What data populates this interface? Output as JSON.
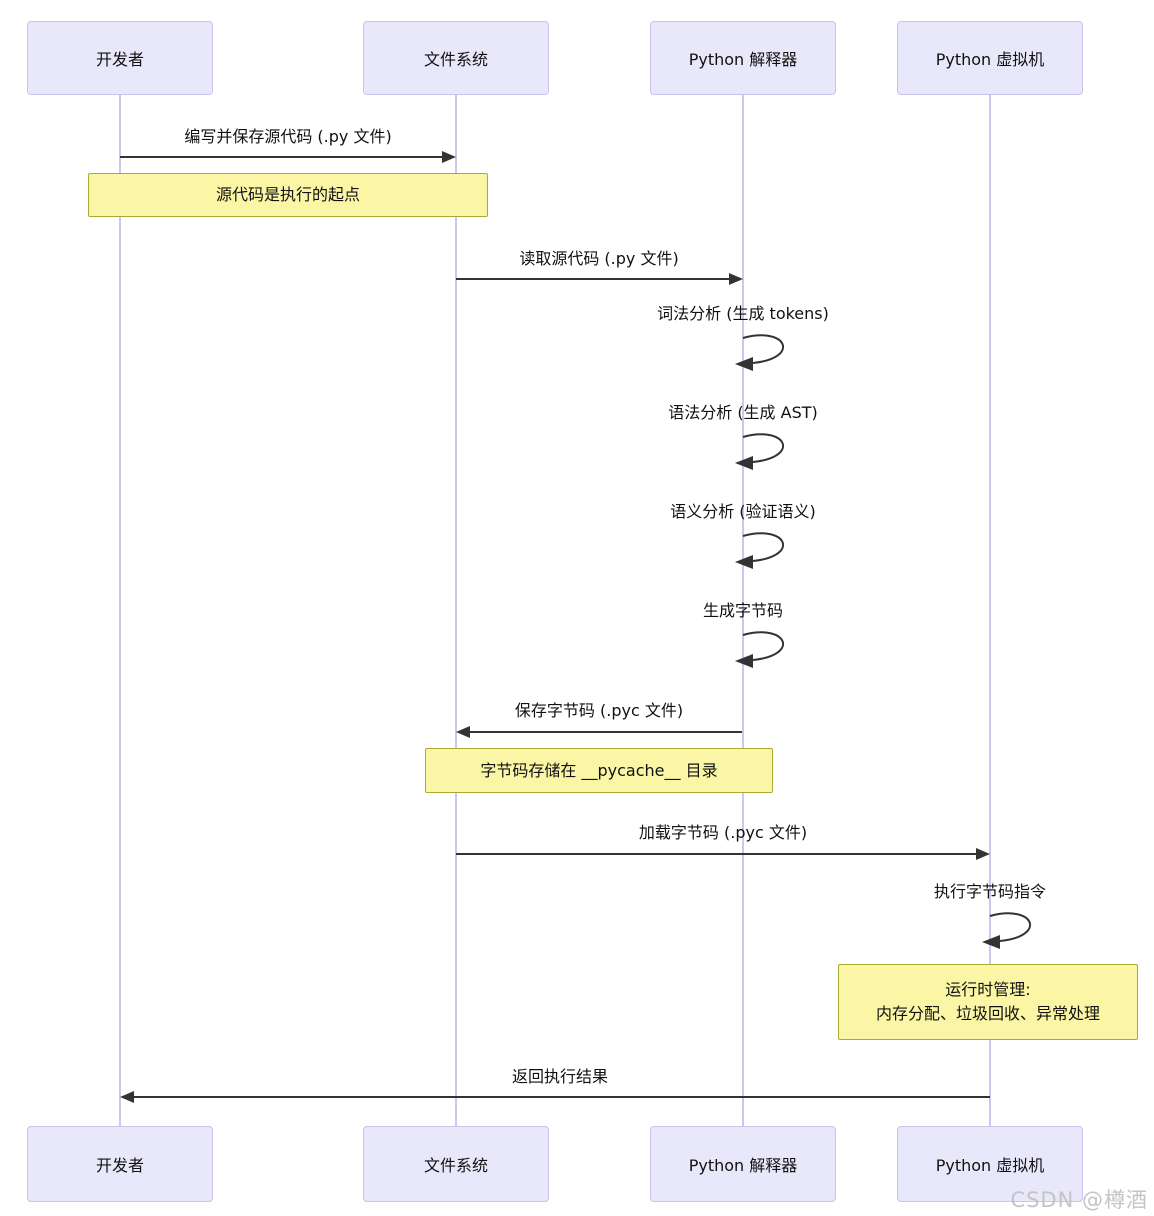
{
  "diagram": {
    "type": "sequence-diagram",
    "actors": [
      {
        "label": "开发者"
      },
      {
        "label": "文件系统"
      },
      {
        "label": "Python 解释器"
      },
      {
        "label": "Python 虚拟机"
      }
    ],
    "messages": [
      {
        "from": "开发者",
        "to": "文件系统",
        "text": "编写并保存源代码 (.py 文件)",
        "kind": "arrow-right"
      },
      {
        "from": "文件系统",
        "to": "Python 解释器",
        "text": "读取源代码 (.py 文件)",
        "kind": "arrow-right"
      },
      {
        "from": "Python 解释器",
        "to": "Python 解释器",
        "text": "词法分析 (生成 tokens)",
        "kind": "self-loop"
      },
      {
        "from": "Python 解释器",
        "to": "Python 解释器",
        "text": "语法分析 (生成 AST)",
        "kind": "self-loop"
      },
      {
        "from": "Python 解释器",
        "to": "Python 解释器",
        "text": "语义分析 (验证语义)",
        "kind": "self-loop"
      },
      {
        "from": "Python 解释器",
        "to": "Python 解释器",
        "text": "生成字节码",
        "kind": "self-loop"
      },
      {
        "from": "Python 解释器",
        "to": "文件系统",
        "text": "保存字节码 (.pyc 文件)",
        "kind": "arrow-left"
      },
      {
        "from": "文件系统",
        "to": "Python 虚拟机",
        "text": "加载字节码 (.pyc 文件)",
        "kind": "arrow-right"
      },
      {
        "from": "Python 虚拟机",
        "to": "Python 虚拟机",
        "text": "执行字节码指令",
        "kind": "self-loop"
      },
      {
        "from": "Python 虚拟机",
        "to": "开发者",
        "text": "返回执行结果",
        "kind": "arrow-left"
      }
    ],
    "notes": [
      {
        "line1": "源代码是执行的起点"
      },
      {
        "line1": "字节码存储在 __pycache__ 目录"
      },
      {
        "line1": "运行时管理:",
        "line2": "内存分配、垃圾回收、异常处理"
      }
    ],
    "watermark": "CSDN @樽酒",
    "colors": {
      "actor_fill": "#e8e8fa",
      "actor_border": "#c9c4ec",
      "note_fill": "#faf6a5",
      "note_border": "#aaaa33",
      "line_color": "#333333",
      "lifeline_color": "#ccc6f0",
      "text_color": "#111111",
      "watermark_color": "#c4c4c4"
    }
  }
}
